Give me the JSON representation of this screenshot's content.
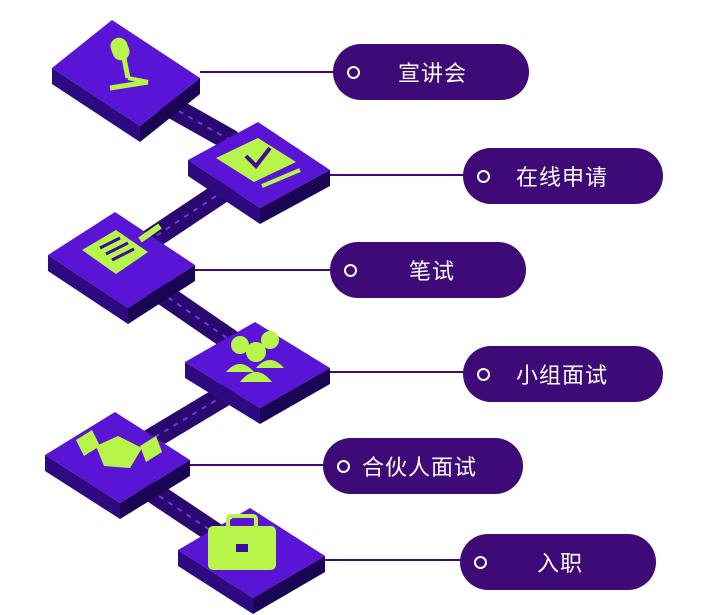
{
  "steps": [
    {
      "label": "宣讲会",
      "icon": "microphone-icon"
    },
    {
      "label": "在线申请",
      "icon": "laptop-check-icon"
    },
    {
      "label": "笔试",
      "icon": "document-pen-icon"
    },
    {
      "label": "小组面试",
      "icon": "group-people-icon"
    },
    {
      "label": "合伙人面试",
      "icon": "handshake-icon"
    },
    {
      "label": "入职",
      "icon": "briefcase-icon"
    }
  ],
  "colors": {
    "tile_top": "#5a14d6",
    "tile_side_left": "#2e0a80",
    "tile_side_right": "#1a0555",
    "icon": "#b8f54a",
    "path": "#2a0870",
    "pill": "#3d0a78",
    "connector": "#3d0a78"
  }
}
